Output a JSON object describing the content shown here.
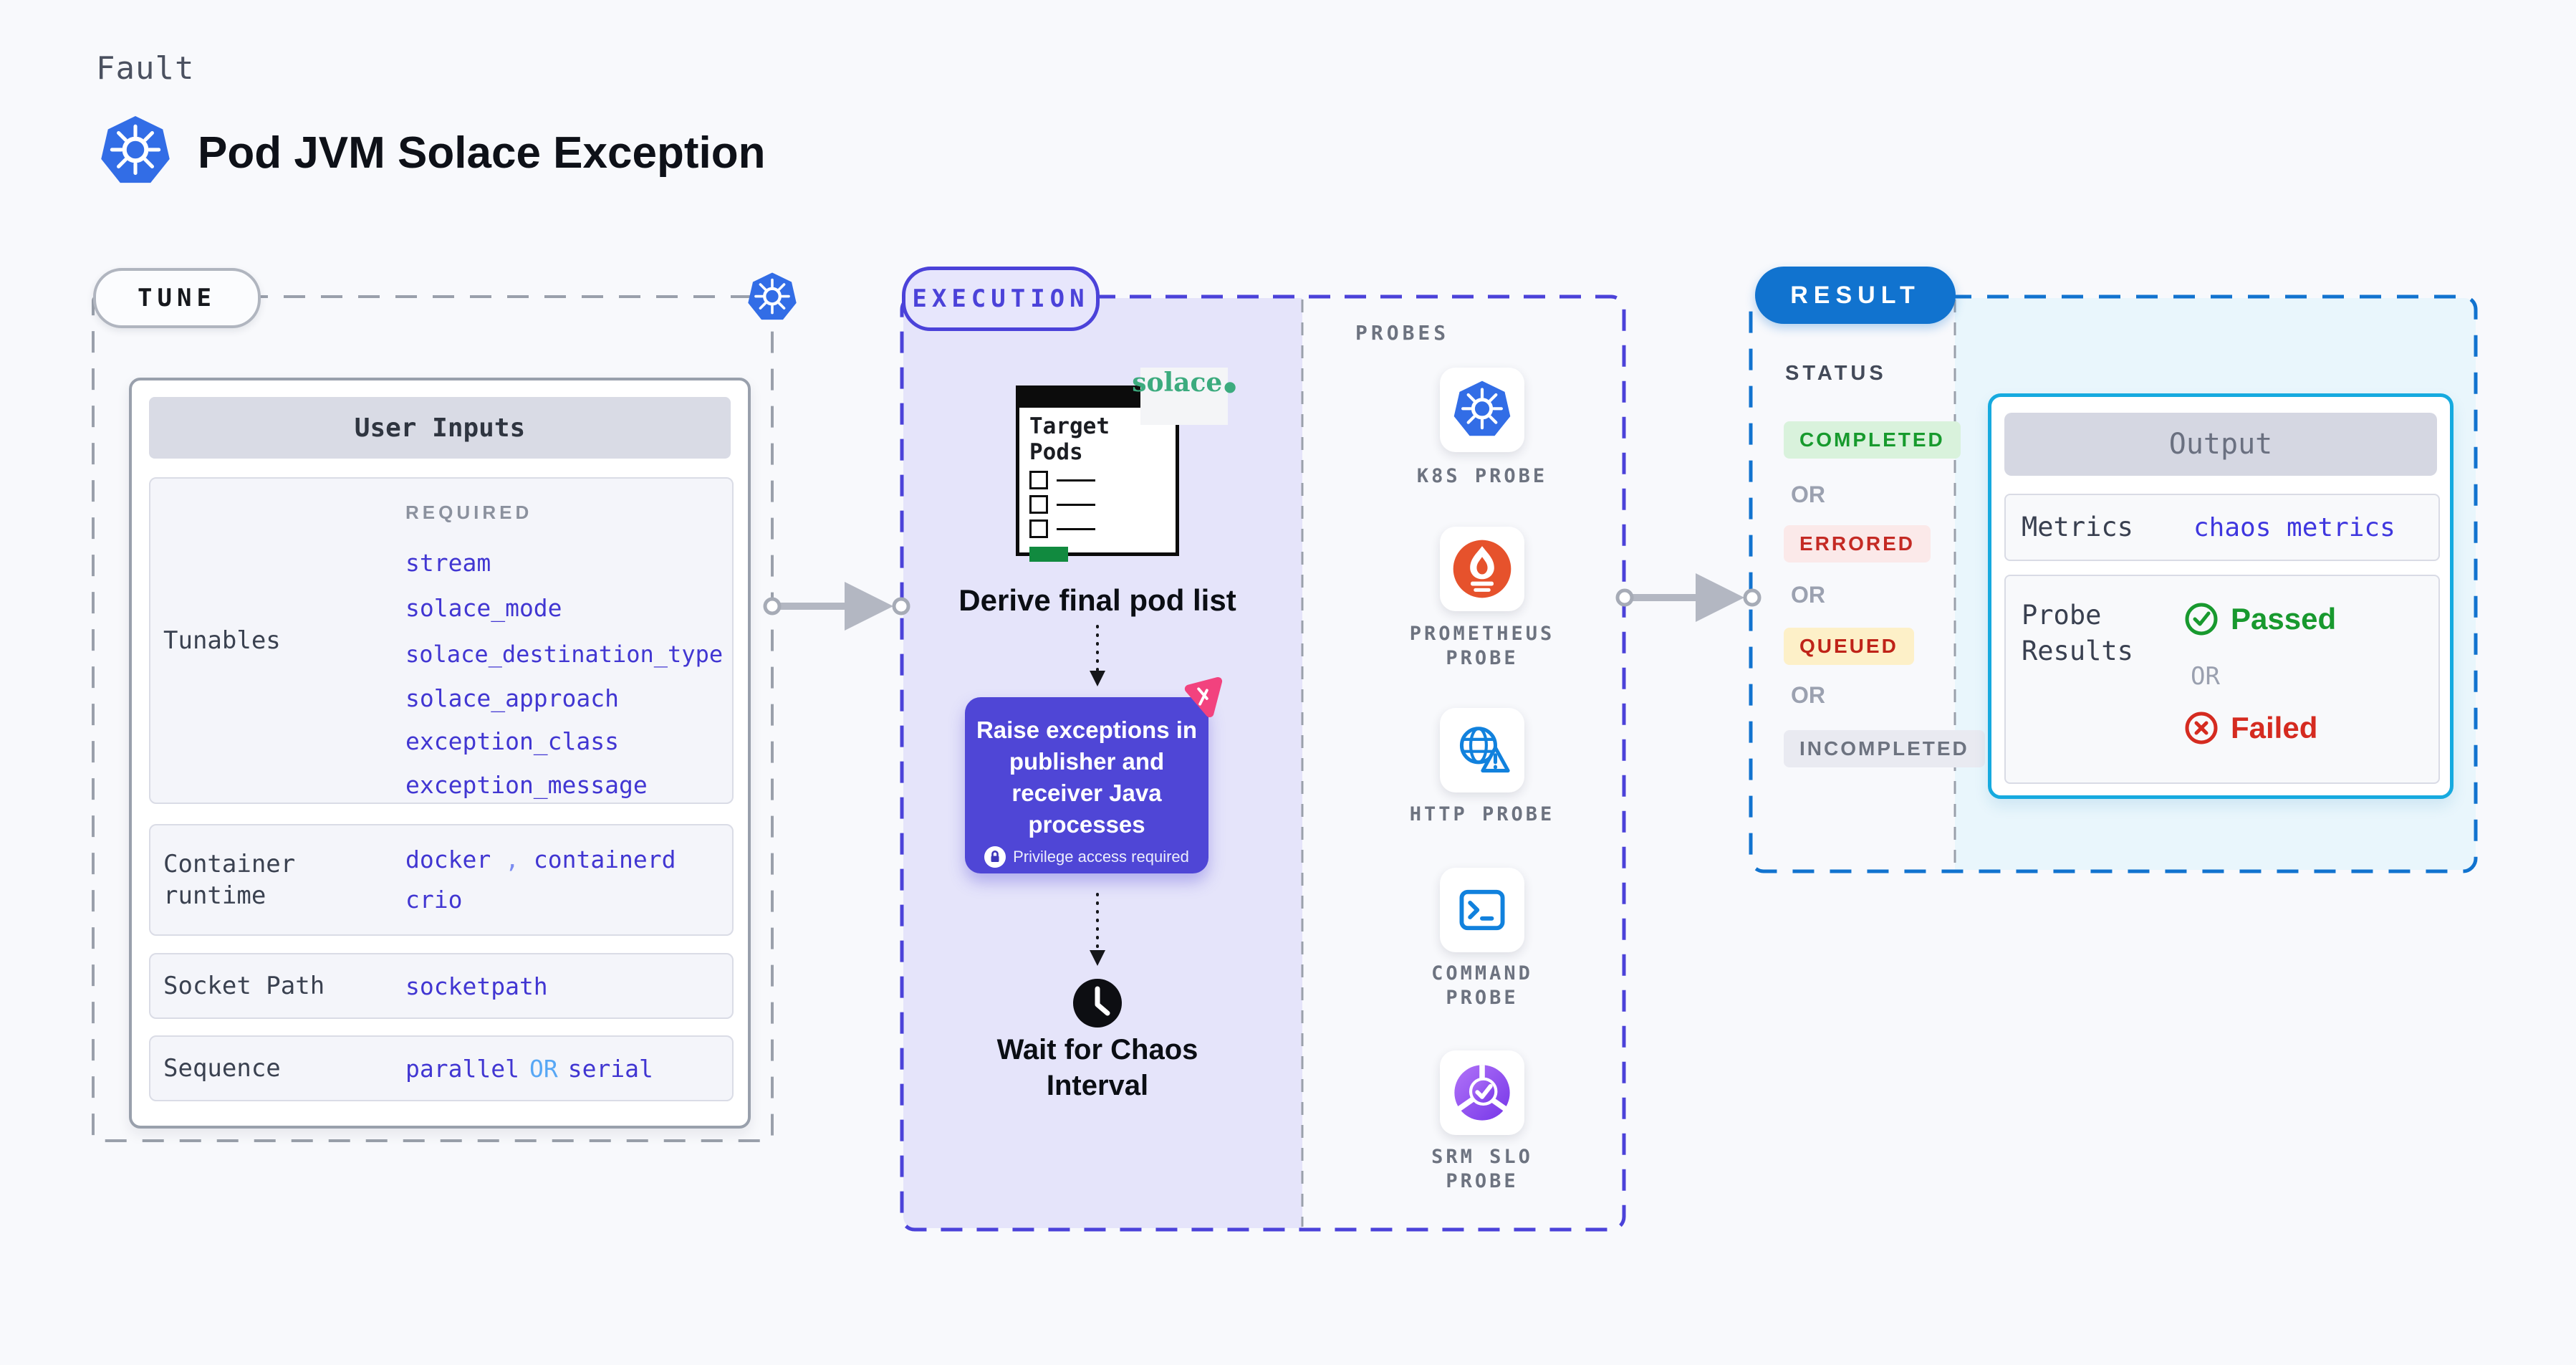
{
  "header": {
    "kicker": "Fault",
    "title": "Pod JVM Solace Exception",
    "logo": "kubernetes-icon"
  },
  "tune": {
    "pill": "TUNE",
    "card_title": "User Inputs",
    "tunables": {
      "label": "Tunables",
      "required": "REQUIRED",
      "items": [
        "stream",
        "solace_mode",
        "solace_destination_type",
        "solace_approach",
        "exception_class",
        "exception_message"
      ]
    },
    "container_runtime": {
      "label": "Container runtime",
      "value_1": "docker",
      "separator": ",",
      "value_2": "containerd",
      "value_3": "crio"
    },
    "socket_path": {
      "label": "Socket Path",
      "value": "socketpath"
    },
    "sequence": {
      "label": "Sequence",
      "value_1": "parallel",
      "or": "OR",
      "value_2": "serial"
    }
  },
  "execution": {
    "pill": "EXECUTION",
    "target_window_title": "Target Pods",
    "solace_logo": "solace",
    "step_derive": "Derive final pod list",
    "step_action": "Raise exceptions in publisher and receiver Java processes",
    "privilege_note": "Privilege access required",
    "step_wait": "Wait for Chaos Interval"
  },
  "probes": {
    "label": "PROBES",
    "items": [
      {
        "label": "K8S PROBE",
        "icon": "kubernetes-icon"
      },
      {
        "label": "PROMETHEUS PROBE",
        "icon": "prometheus-icon"
      },
      {
        "label": "HTTP PROBE",
        "icon": "http-globe-icon"
      },
      {
        "label": "COMMAND PROBE",
        "icon": "terminal-icon"
      },
      {
        "label": "SRM SLO PROBE",
        "icon": "slo-chart-icon"
      }
    ]
  },
  "result": {
    "pill": "RESULT",
    "status": {
      "label": "STATUS",
      "or": "OR",
      "badges": [
        {
          "text": "COMPLETED",
          "type": "success"
        },
        {
          "text": "ERRORED",
          "type": "error"
        },
        {
          "text": "QUEUED",
          "type": "warning"
        },
        {
          "text": "INCOMPLETED",
          "type": "neutral"
        }
      ]
    },
    "output": {
      "title": "Output",
      "metrics_label": "Metrics",
      "metrics_value": "chaos metrics",
      "probe_results_label": "Probe Results",
      "passed": "Passed",
      "or": "OR",
      "failed": "Failed"
    }
  },
  "colors": {
    "indigo": "#4b42d9",
    "indigo_fill": "#e5e4fa",
    "value_blue": "#4136d2",
    "light_blue": "#57a7f5",
    "result_blue": "#1173cf",
    "cyan_border": "#16aadf",
    "cyan_fill": "#e9f6fc",
    "success_green": "#18992e",
    "fail_red": "#d52b20",
    "solace_green": "#3cab7e",
    "kubernetes_blue": "#326de6",
    "prometheus_orange": "#e6522c",
    "probe_icon_blue": "#1181dd"
  }
}
